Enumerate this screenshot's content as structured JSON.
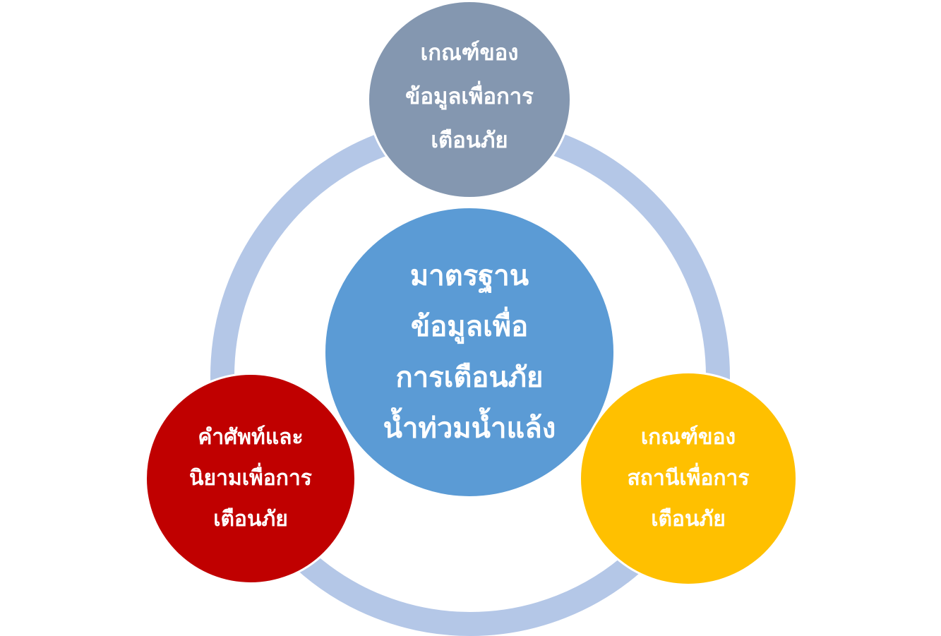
{
  "diagram": {
    "center": {
      "lines": [
        "มาตรฐาน",
        "ข้อมูลเพื่อ",
        "การเตือนภัย",
        "น้ำท่วมน้ำแล้ง"
      ],
      "color": "#5b9bd5"
    },
    "top": {
      "lines": [
        "เกณฑ์ของ",
        "ข้อมูลเพื่อการ",
        "เตือนภัย"
      ],
      "color": "#8497b0"
    },
    "left": {
      "lines": [
        "คำศัพท์และ",
        "นิยามเพื่อการ",
        "เตือนภัย"
      ],
      "color": "#c00000"
    },
    "right": {
      "lines": [
        "เกณฑ์ของ",
        "สถานีเพื่อการ",
        "เตือนภัย"
      ],
      "color": "#ffc000"
    },
    "ring_color": "#b4c7e7"
  }
}
